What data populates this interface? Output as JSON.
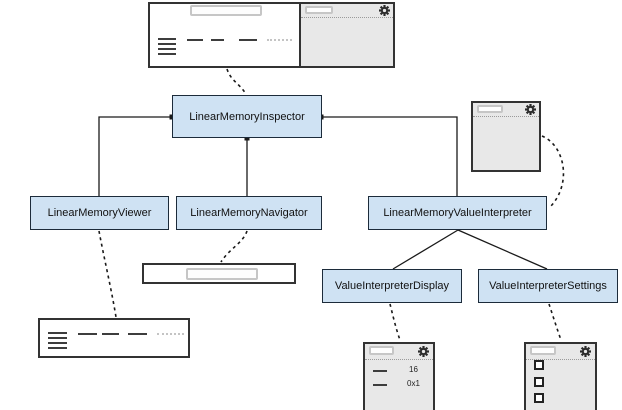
{
  "nodes": {
    "inspector": {
      "label": "LinearMemoryInspector"
    },
    "viewer": {
      "label": "LinearMemoryViewer"
    },
    "navigator": {
      "label": "LinearMemoryNavigator"
    },
    "interpreter": {
      "label": "LinearMemoryValueInterpreter"
    },
    "display": {
      "label": "ValueInterpreterDisplay"
    },
    "settings": {
      "label": "ValueInterpreterSettings"
    }
  },
  "mocks": {
    "display_rows": [
      {
        "value": "16"
      },
      {
        "value": "0x1"
      }
    ]
  },
  "edges": [
    {
      "from": "LinearMemoryInspector",
      "to": "LinearMemoryViewer",
      "style": "solid"
    },
    {
      "from": "LinearMemoryInspector",
      "to": "LinearMemoryNavigator",
      "style": "solid"
    },
    {
      "from": "LinearMemoryInspector",
      "to": "LinearMemoryValueInterpreter",
      "style": "solid"
    },
    {
      "from": "LinearMemoryValueInterpreter",
      "to": "ValueInterpreterDisplay",
      "style": "solid"
    },
    {
      "from": "LinearMemoryValueInterpreter",
      "to": "ValueInterpreterSettings",
      "style": "solid"
    },
    {
      "from": "inspector-panel-mock",
      "to": "LinearMemoryInspector",
      "style": "dashed"
    },
    {
      "from": "interpreter-panel-mock",
      "to": "LinearMemoryValueInterpreter",
      "style": "dashed"
    },
    {
      "from": "LinearMemoryViewer",
      "to": "viewer-rows-mock",
      "style": "dashed"
    },
    {
      "from": "LinearMemoryNavigator",
      "to": "address-input-mock",
      "style": "dashed"
    },
    {
      "from": "ValueInterpreterDisplay",
      "to": "display-values-mock",
      "style": "dashed"
    },
    {
      "from": "ValueInterpreterSettings",
      "to": "settings-checkboxes-mock",
      "style": "dashed"
    }
  ],
  "icons": {
    "gear": "gear-icon"
  },
  "colors": {
    "node_fill": "#cfe2f3",
    "node_border": "#1c2b3a",
    "mock_fill": "#e8e8e8",
    "mock_border": "#333333",
    "connector": "#1a1a1a"
  }
}
